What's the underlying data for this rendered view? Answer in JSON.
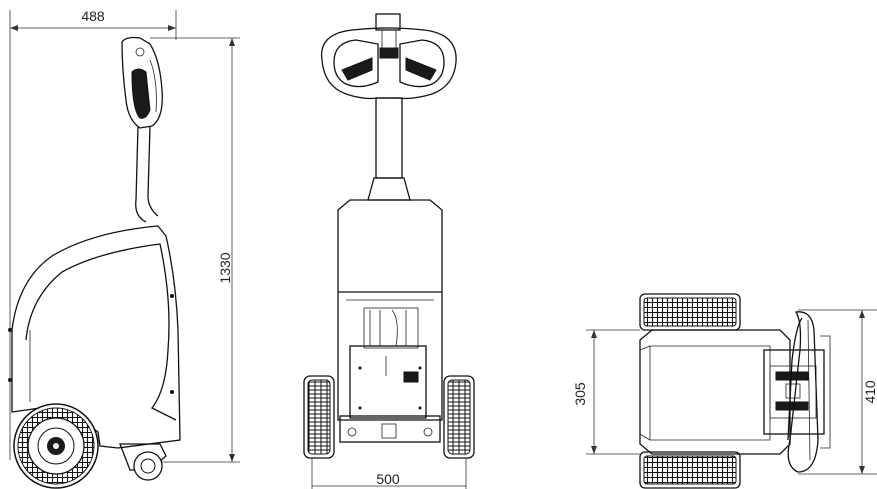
{
  "dimensions": {
    "side_width": "488",
    "side_height": "1330",
    "front_wheel_track": "500",
    "top_body_width": "305",
    "top_handle_width": "410"
  }
}
